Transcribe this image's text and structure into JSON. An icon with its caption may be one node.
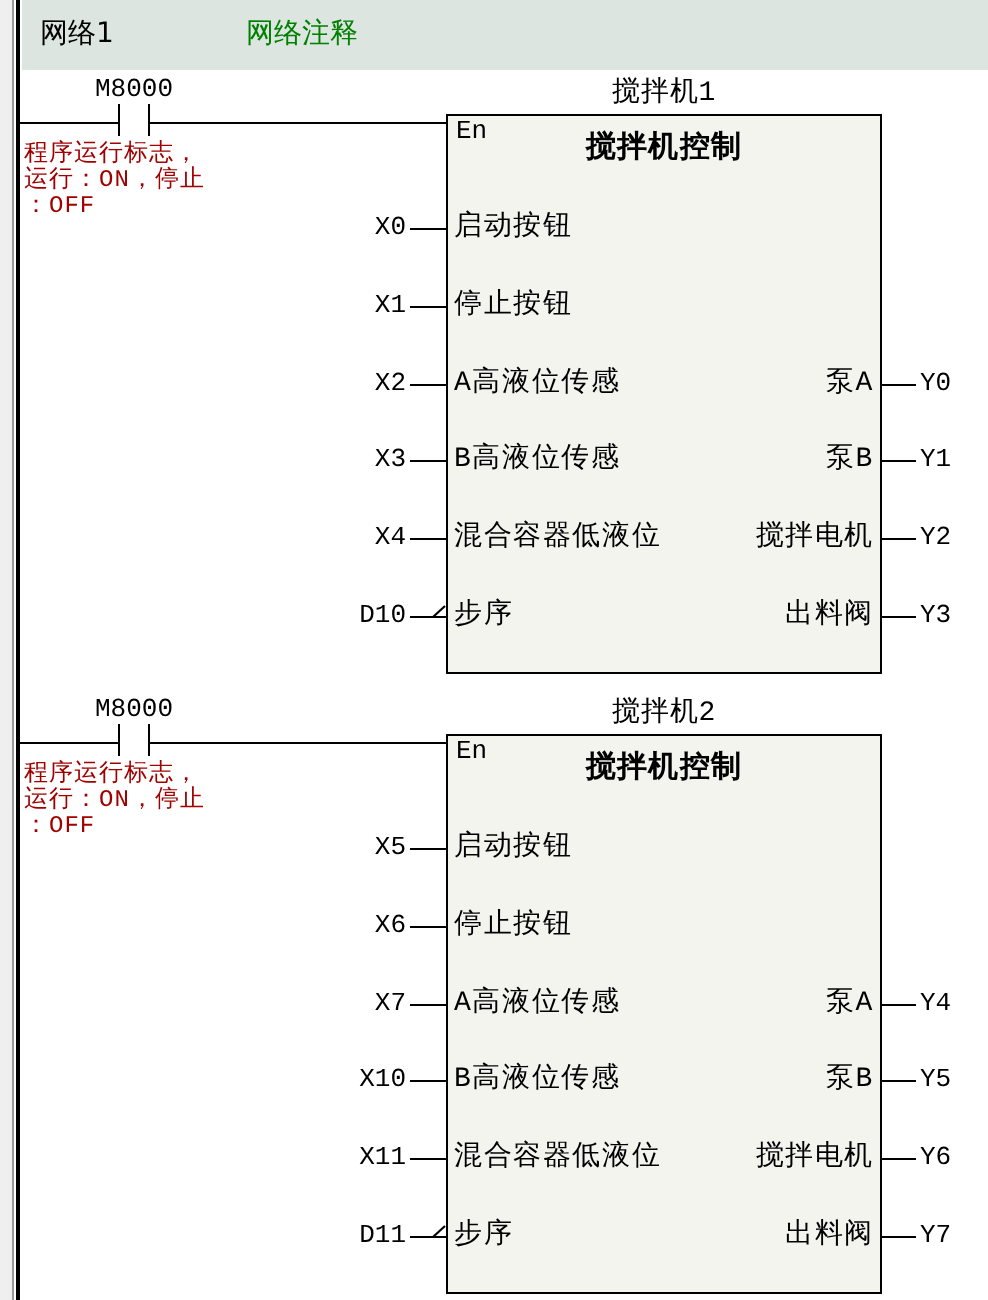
{
  "diagram": {
    "nodes": [
      {
        "text": [
          "网络1",
          "网络注释"
        ]
      },
      {
        "text": [],
        "shape": "bar"
      },
      {
        "text": [
          "M8000"
        ],
        "beside": [
          "程序运行标志，运行：ON，停止：OFF"
        ]
      },
      {
        "text": [
          "搅拌机1",
          "搅拌机控制"
        ]
      },
      {
        "text": [
          "En"
        ],
        "in": 3
      },
      {
        "text": [
          "X0"
        ]
      },
      {
        "text": [
          "启动按钮"
        ],
        "in": 3
      },
      {
        "text": [
          "X1"
        ]
      },
      {
        "text": [
          "停止按钮"
        ],
        "in": 3
      },
      {
        "text": [
          "X2"
        ]
      },
      {
        "text": [
          "A高液位传感"
        ],
        "in": 3
      },
      {
        "text": [
          "泵A"
        ],
        "in": 3
      },
      {
        "text": [
          "Y0"
        ]
      },
      {
        "text": [
          "X3"
        ]
      },
      {
        "text": [
          "B高液位传感"
        ],
        "in": 3
      },
      {
        "text": [
          "泵B"
        ],
        "in": 3
      },
      {
        "text": [
          "Y1"
        ]
      },
      {
        "text": [
          "X4"
        ]
      },
      {
        "text": [
          "混合容器低液位"
        ],
        "in": 3
      },
      {
        "text": [
          "搅拌电机"
        ],
        "in": 3
      },
      {
        "text": [
          "Y2"
        ]
      },
      {
        "text": [
          "D10"
        ]
      },
      {
        "text": [
          "步序"
        ],
        "in": 3
      },
      {
        "text": [
          "出料阀"
        ],
        "in": 3
      },
      {
        "text": [
          "Y3"
        ]
      },
      {
        "text": [
          "M8000"
        ],
        "beside": [
          "程序运行标志，运行：ON，停止：OFF"
        ]
      },
      {
        "text": [
          "搅拌机2",
          "搅拌机控制"
        ]
      },
      {
        "text": [
          "En"
        ],
        "in": 26
      },
      {
        "text": [
          "X5"
        ]
      },
      {
        "text": [
          "启动按钮"
        ],
        "in": 26
      },
      {
        "text": [
          "X6"
        ]
      },
      {
        "text": [
          "停止按钮"
        ],
        "in": 26
      },
      {
        "text": [
          "X7"
        ]
      },
      {
        "text": [
          "A高液位传感"
        ],
        "in": 26
      },
      {
        "text": [
          "泵A"
        ],
        "in": 26
      },
      {
        "text": [
          "Y4"
        ]
      },
      {
        "text": [
          "X10"
        ]
      },
      {
        "text": [
          "B高液位传感"
        ],
        "in": 26
      },
      {
        "text": [
          "泵B"
        ],
        "in": 26
      },
      {
        "text": [
          "Y5"
        ]
      },
      {
        "text": [
          "X11"
        ]
      },
      {
        "text": [
          "混合容器低液位"
        ],
        "in": 26
      },
      {
        "text": [
          "搅拌电机"
        ],
        "in": 26
      },
      {
        "text": [
          "Y6"
        ]
      },
      {
        "text": [
          "D11"
        ]
      },
      {
        "text": [
          "步序"
        ],
        "in": 26
      },
      {
        "text": [
          "出料阀"
        ],
        "in": 26
      },
      {
        "text": [
          "Y7"
        ]
      }
    ],
    "edges": [
      {
        "from": 1,
        "to": 2,
        "arrow": "none"
      },
      {
        "from": 2,
        "to": 4,
        "arrow": "none"
      },
      {
        "from": 5,
        "to": 6,
        "arrow": "none"
      },
      {
        "from": 7,
        "to": 8,
        "arrow": "none"
      },
      {
        "from": 9,
        "to": 10,
        "arrow": "none"
      },
      {
        "from": 11,
        "to": 12,
        "arrow": "none"
      },
      {
        "from": 13,
        "to": 14,
        "arrow": "none"
      },
      {
        "from": 15,
        "to": 16,
        "arrow": "none"
      },
      {
        "from": 17,
        "to": 18,
        "arrow": "none"
      },
      {
        "from": 19,
        "to": 20,
        "arrow": "none"
      },
      {
        "from": 21,
        "to": 22,
        "arrow": "other"
      },
      {
        "from": 23,
        "to": 24,
        "arrow": "none"
      },
      {
        "from": 1,
        "to": 25,
        "arrow": "none"
      },
      {
        "from": 25,
        "to": 27,
        "arrow": "none"
      },
      {
        "from": 28,
        "to": 29,
        "arrow": "none"
      },
      {
        "from": 30,
        "to": 31,
        "arrow": "none"
      },
      {
        "from": 32,
        "to": 33,
        "arrow": "none"
      },
      {
        "from": 34,
        "to": 35,
        "arrow": "none"
      },
      {
        "from": 36,
        "to": 37,
        "arrow": "none"
      },
      {
        "from": 38,
        "to": 39,
        "arrow": "none"
      },
      {
        "from": 40,
        "to": 41,
        "arrow": "none"
      },
      {
        "from": 42,
        "to": 43,
        "arrow": "none"
      },
      {
        "from": 44,
        "to": 45,
        "arrow": "other"
      },
      {
        "from": 46,
        "to": 47,
        "arrow": "none"
      }
    ]
  }
}
